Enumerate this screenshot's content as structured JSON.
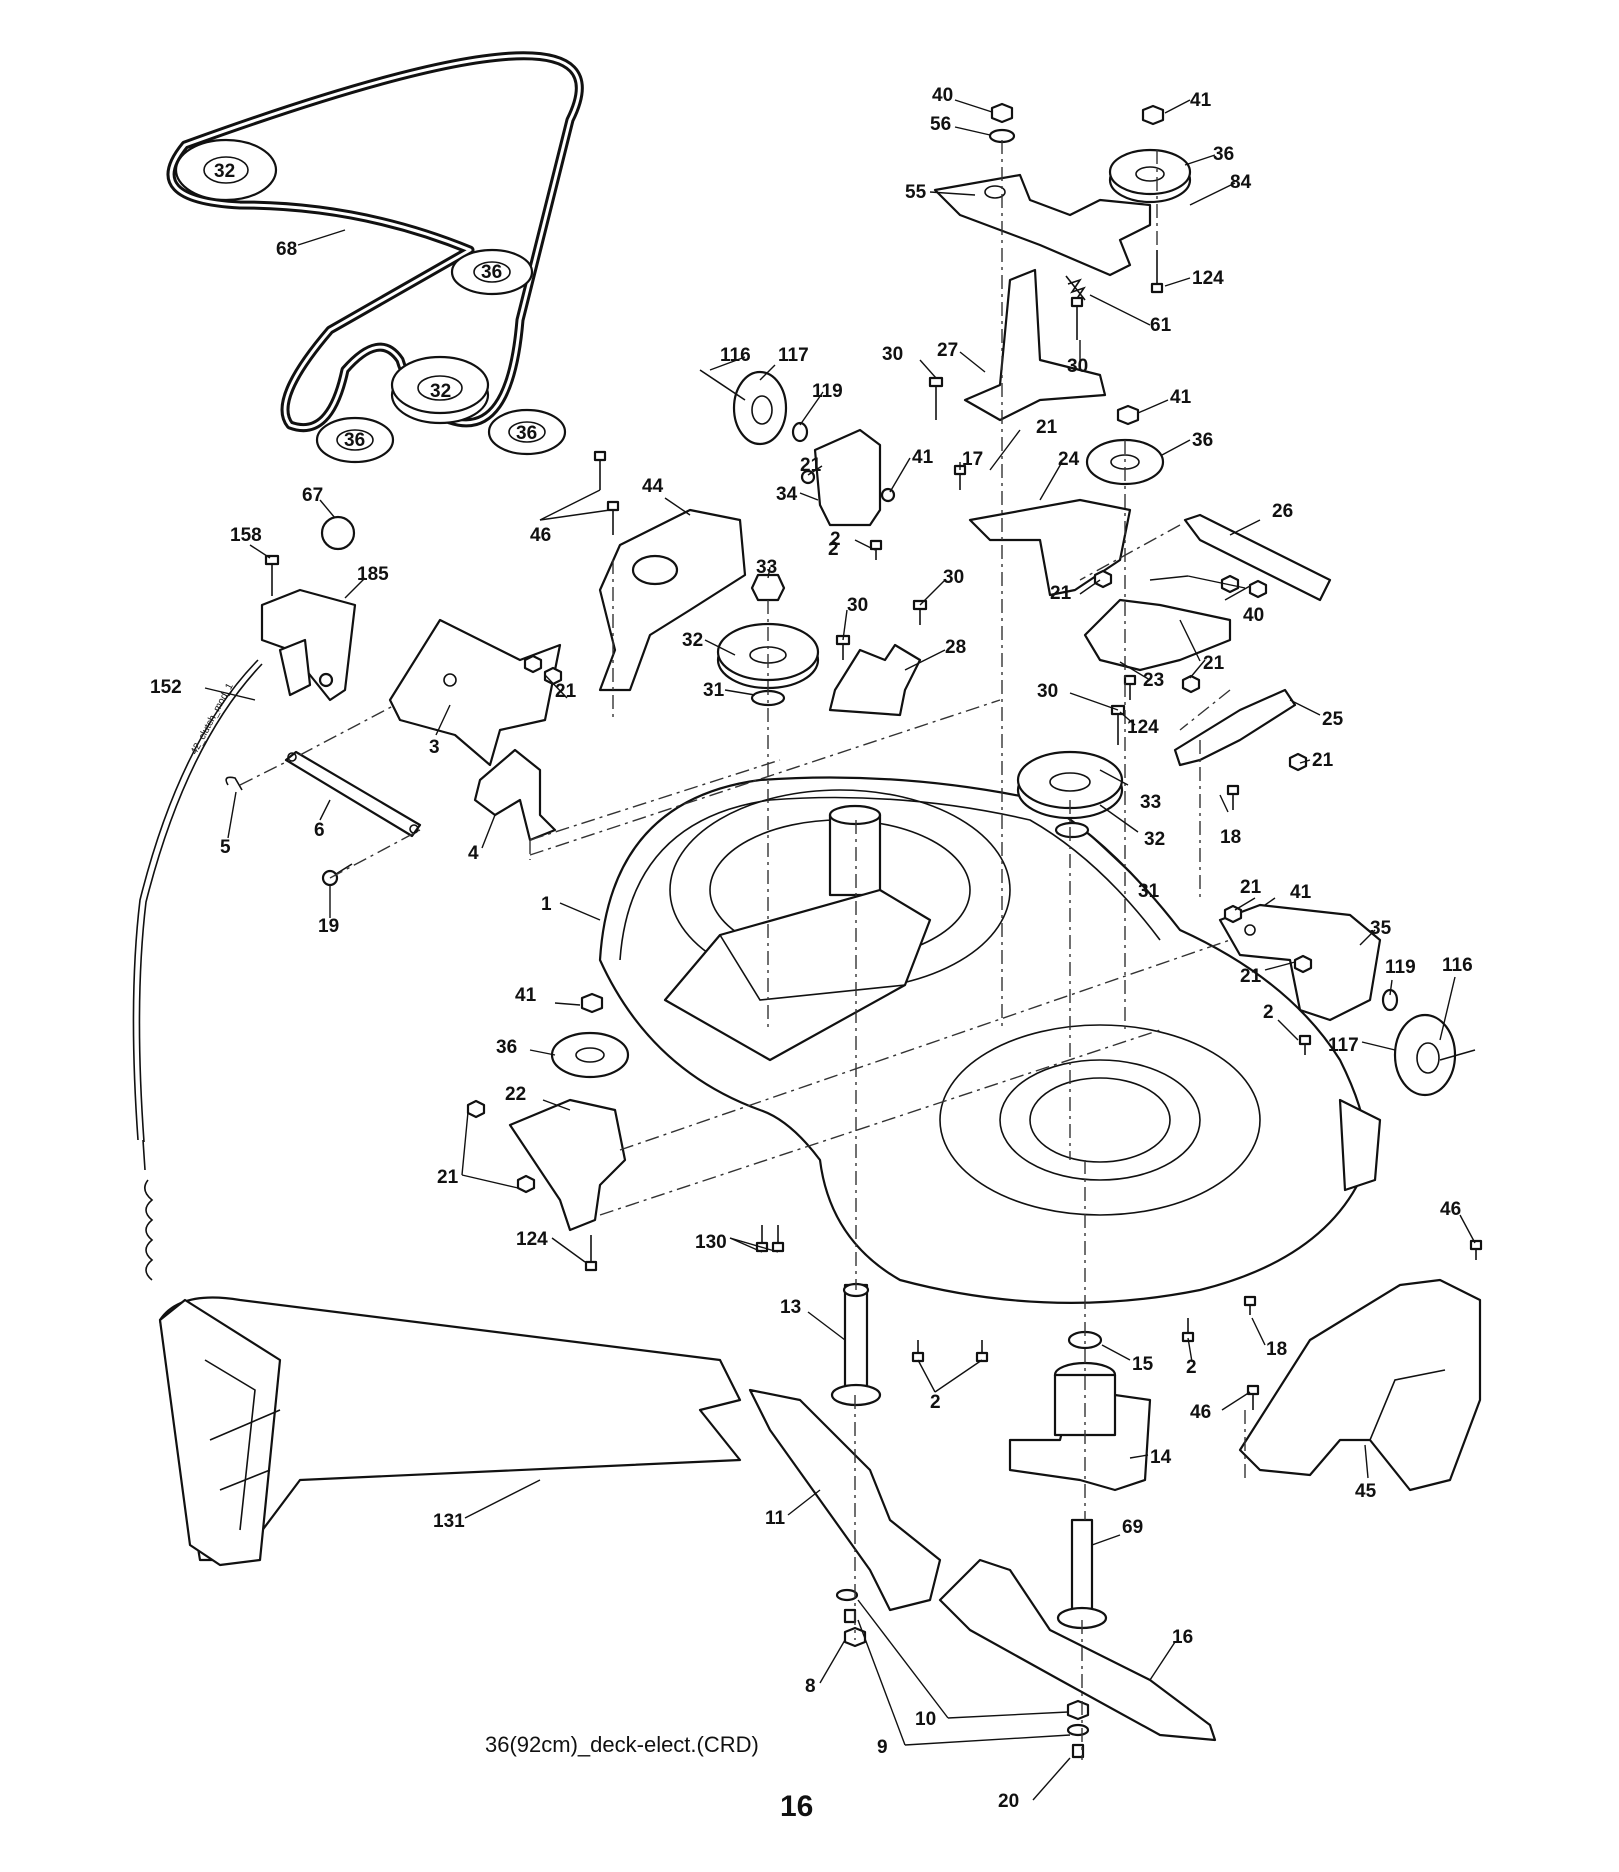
{
  "caption": "36(92cm)_deck-elect.(CRD)",
  "page_number": "16",
  "cable_tag": "42_clutch_mod_1",
  "callouts": [
    {
      "id": "c01",
      "text": "40"
    },
    {
      "id": "c02",
      "text": "56"
    },
    {
      "id": "c03",
      "text": "41"
    },
    {
      "id": "c04",
      "text": "36"
    },
    {
      "id": "c05",
      "text": "84"
    },
    {
      "id": "c06",
      "text": "55"
    },
    {
      "id": "c07",
      "text": "124"
    },
    {
      "id": "c08",
      "text": "61"
    },
    {
      "id": "c09",
      "text": "30"
    },
    {
      "id": "c10",
      "text": "27"
    },
    {
      "id": "c11",
      "text": "30"
    },
    {
      "id": "c12",
      "text": "41"
    },
    {
      "id": "c13",
      "text": "36"
    },
    {
      "id": "c14",
      "text": "116"
    },
    {
      "id": "c15",
      "text": "117"
    },
    {
      "id": "c16",
      "text": "119"
    },
    {
      "id": "c17",
      "text": "21"
    },
    {
      "id": "c18",
      "text": "41"
    },
    {
      "id": "c19",
      "text": "34"
    },
    {
      "id": "c20",
      "text": "17"
    },
    {
      "id": "c21",
      "text": "21"
    },
    {
      "id": "c22",
      "text": "24"
    },
    {
      "id": "c23",
      "text": "2"
    },
    {
      "id": "c24",
      "text": "26"
    },
    {
      "id": "c25",
      "text": "32"
    },
    {
      "id": "c26",
      "text": "68"
    },
    {
      "id": "c27",
      "text": "36"
    },
    {
      "id": "c28",
      "text": "32"
    },
    {
      "id": "c29",
      "text": "36"
    },
    {
      "id": "c30",
      "text": "36"
    },
    {
      "id": "c31",
      "text": "67"
    },
    {
      "id": "c32",
      "text": "46"
    },
    {
      "id": "c33",
      "text": "44"
    },
    {
      "id": "c34",
      "text": "158"
    },
    {
      "id": "c35",
      "text": "185"
    },
    {
      "id": "c36",
      "text": "33"
    },
    {
      "id": "c37",
      "text": "30"
    },
    {
      "id": "c38",
      "text": "30"
    },
    {
      "id": "c39",
      "text": "2"
    },
    {
      "id": "c40",
      "text": "40"
    },
    {
      "id": "c41",
      "text": "21"
    },
    {
      "id": "c42",
      "text": "32"
    },
    {
      "id": "c43",
      "text": "28"
    },
    {
      "id": "c44",
      "text": "152"
    },
    {
      "id": "c45",
      "text": "31"
    },
    {
      "id": "c46",
      "text": "23"
    },
    {
      "id": "c47",
      "text": "21"
    },
    {
      "id": "c48",
      "text": "21"
    },
    {
      "id": "c49",
      "text": "30"
    },
    {
      "id": "c50",
      "text": "124"
    },
    {
      "id": "c51",
      "text": "25"
    },
    {
      "id": "c52",
      "text": "3"
    },
    {
      "id": "c53",
      "text": "21"
    },
    {
      "id": "c54",
      "text": "5"
    },
    {
      "id": "c55",
      "text": "6"
    },
    {
      "id": "c56",
      "text": "4"
    },
    {
      "id": "c57",
      "text": "33"
    },
    {
      "id": "c58",
      "text": "32"
    },
    {
      "id": "c59",
      "text": "18"
    },
    {
      "id": "c60",
      "text": "19"
    },
    {
      "id": "c61",
      "text": "31"
    },
    {
      "id": "c62",
      "text": "1"
    },
    {
      "id": "c63",
      "text": "21"
    },
    {
      "id": "c64",
      "text": "41"
    },
    {
      "id": "c65",
      "text": "35"
    },
    {
      "id": "c66",
      "text": "21"
    },
    {
      "id": "c67",
      "text": "119"
    },
    {
      "id": "c68",
      "text": "116"
    },
    {
      "id": "c69",
      "text": "41"
    },
    {
      "id": "c70",
      "text": "2"
    },
    {
      "id": "c71",
      "text": "117"
    },
    {
      "id": "c72",
      "text": "36"
    },
    {
      "id": "c73",
      "text": "22"
    },
    {
      "id": "c74",
      "text": "21"
    },
    {
      "id": "c75",
      "text": "124"
    },
    {
      "id": "c76",
      "text": "130"
    },
    {
      "id": "c77",
      "text": "46"
    },
    {
      "id": "c78",
      "text": "13"
    },
    {
      "id": "c79",
      "text": "15"
    },
    {
      "id": "c80",
      "text": "2"
    },
    {
      "id": "c81",
      "text": "18"
    },
    {
      "id": "c82",
      "text": "2"
    },
    {
      "id": "c83",
      "text": "46"
    },
    {
      "id": "c84",
      "text": "14"
    },
    {
      "id": "c85",
      "text": "45"
    },
    {
      "id": "c86",
      "text": "131"
    },
    {
      "id": "c87",
      "text": "11"
    },
    {
      "id": "c88",
      "text": "69"
    },
    {
      "id": "c89",
      "text": "16"
    },
    {
      "id": "c90",
      "text": "8"
    },
    {
      "id": "c91",
      "text": "10"
    },
    {
      "id": "c92",
      "text": "9"
    },
    {
      "id": "c93",
      "text": "20"
    }
  ]
}
